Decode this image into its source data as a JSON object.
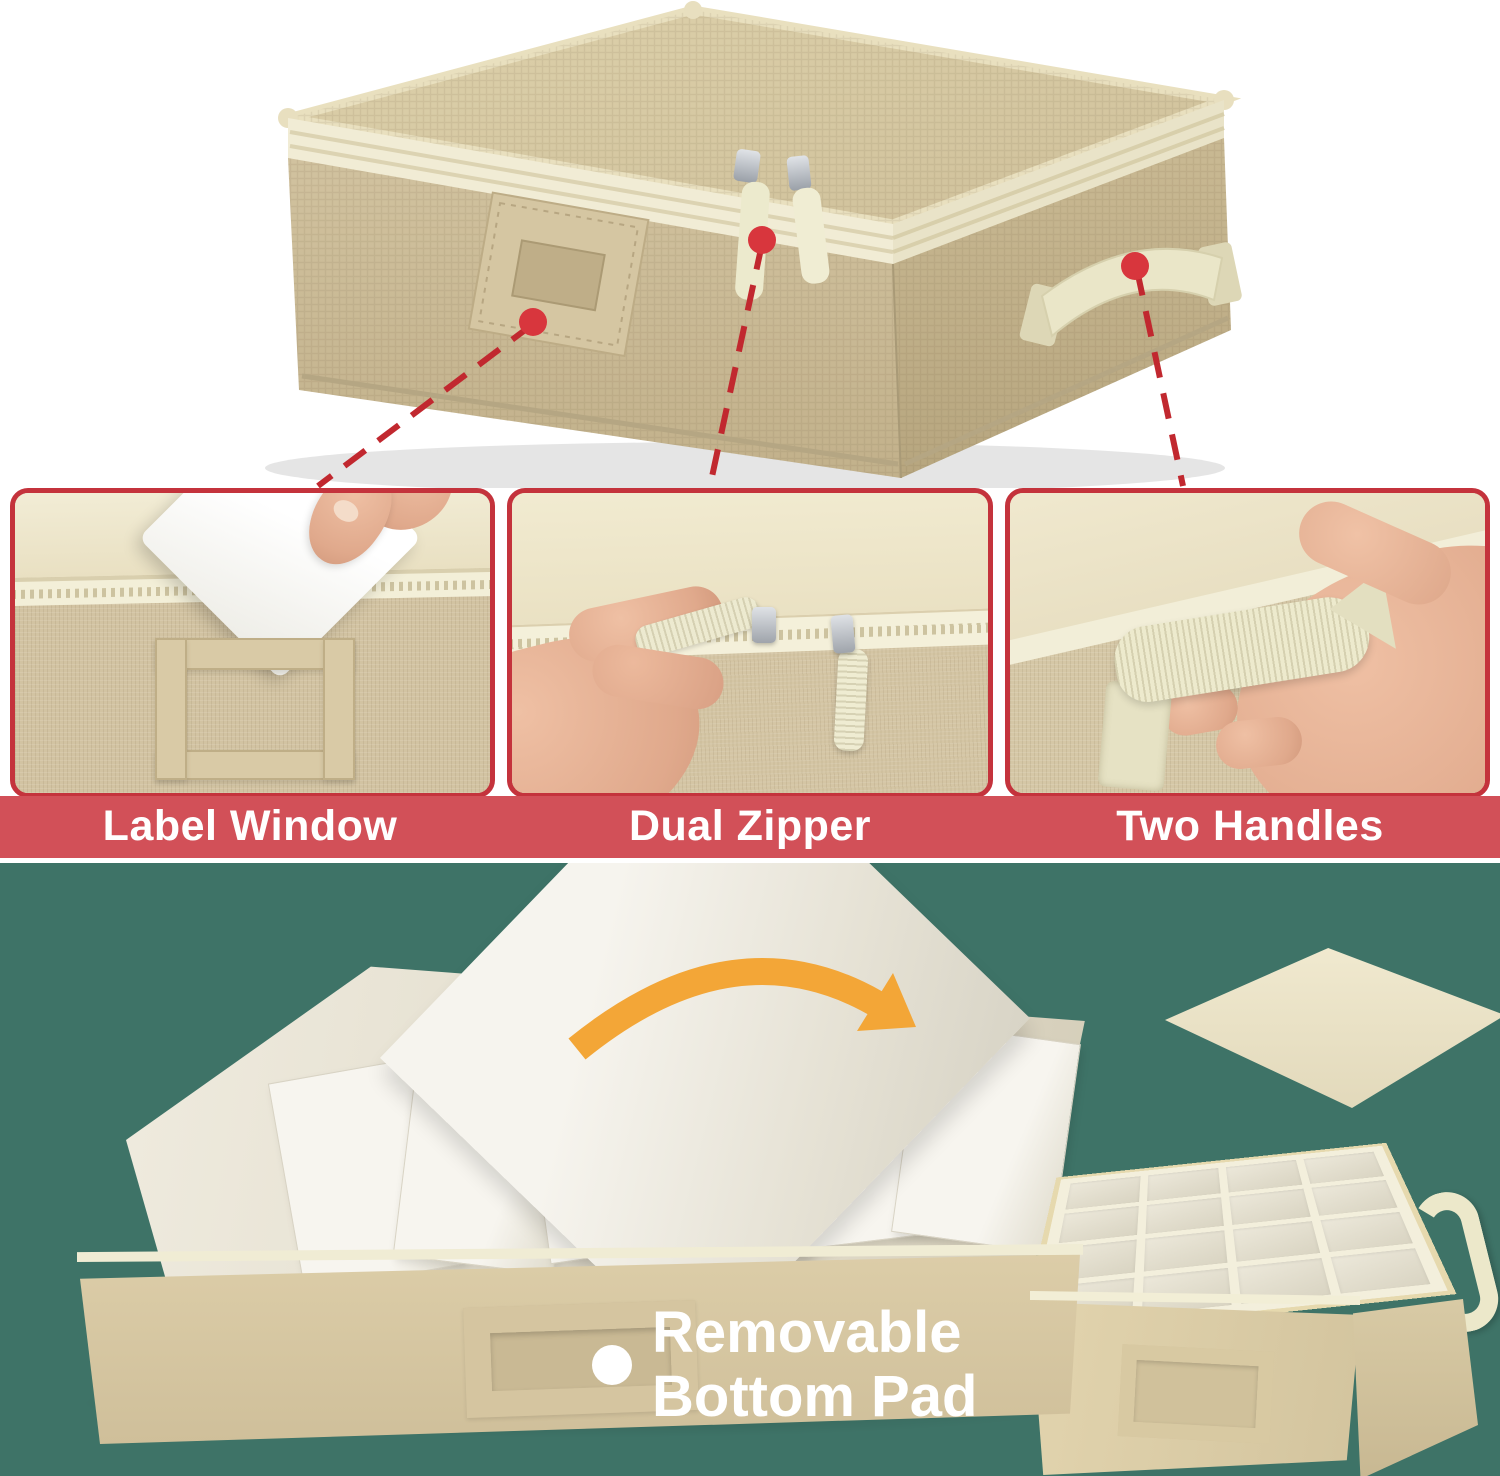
{
  "page": {
    "background": "#ffffff"
  },
  "hero": {
    "subject": "beige fabric storage box with zippered lid",
    "dot_color": "#d8363d",
    "connector_color": "#c1282f",
    "markers": [
      {
        "icon": "red-dot-marker",
        "target": "label-window"
      },
      {
        "icon": "red-dot-marker",
        "target": "dual-zipper"
      },
      {
        "icon": "red-dot-marker",
        "target": "two-handles"
      }
    ]
  },
  "feature_banner": {
    "background": "#d25058",
    "text_color": "#ffffff",
    "items": [
      {
        "label": "Label Window"
      },
      {
        "label": "Dual Zipper"
      },
      {
        "label": "Two Handles"
      }
    ]
  },
  "bottom_section": {
    "background": "#3e7367",
    "arrow": {
      "icon": "curved-arrow",
      "color": "#f3a637"
    },
    "caption": {
      "bullet_icon": "bullet-dot",
      "line1": "Removable",
      "line2": "Bottom Pad",
      "color": "#ffffff"
    },
    "divider_grid": {
      "rows": 4,
      "columns": 4
    }
  },
  "product_palette": {
    "fabric": "#cdbd9a",
    "lid": "#d6c9a6",
    "trim": "#f1ecd5",
    "lining": "#e9e4d6",
    "strap": "#ece9cd",
    "metal": "#b9bdc3"
  }
}
